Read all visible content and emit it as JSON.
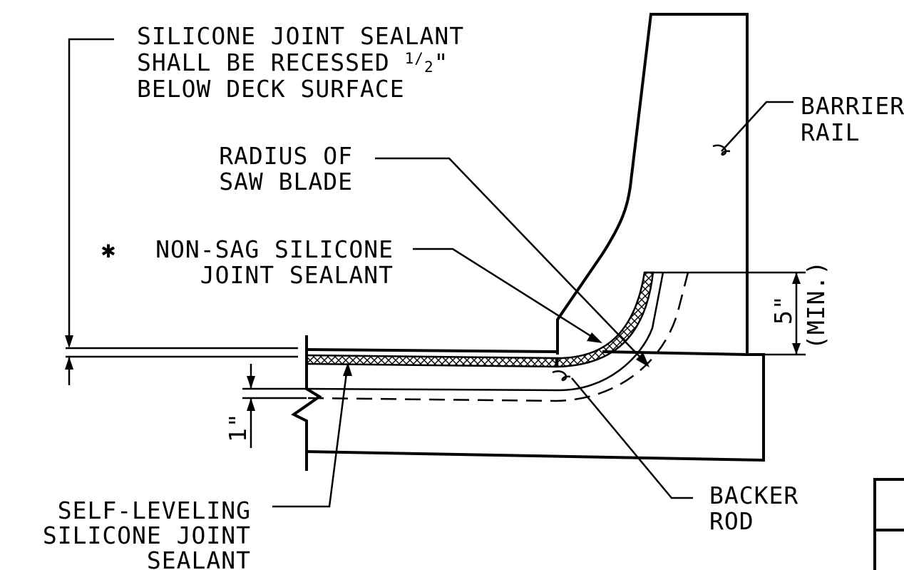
{
  "notes": {
    "recess": {
      "line1": "SILICONE JOINT SEALANT",
      "line2_prefix": "SHALL BE RECESSED ",
      "fraction_num": "1",
      "fraction_den": "2",
      "inch_mark": "\"",
      "line3": "BELOW DECK SURFACE"
    },
    "barrier": {
      "line1": "BARRIER",
      "line2": "RAIL"
    },
    "saw": {
      "line1": "RADIUS OF",
      "line2": "SAW BLADE"
    },
    "nonsag": {
      "star": "✱",
      "line1": "NON-SAG SILICONE",
      "line2": "JOINT SEALANT"
    },
    "self_leveling": {
      "line1": "SELF-LEVELING",
      "line2": "SILICONE JOINT",
      "line3": "SEALANT"
    },
    "backer": {
      "line1": "BACKER",
      "line2": "ROD"
    }
  },
  "dimensions": {
    "five_inch": "5\"",
    "five_inch_note": "(MIN.)",
    "one_inch": "1\""
  }
}
